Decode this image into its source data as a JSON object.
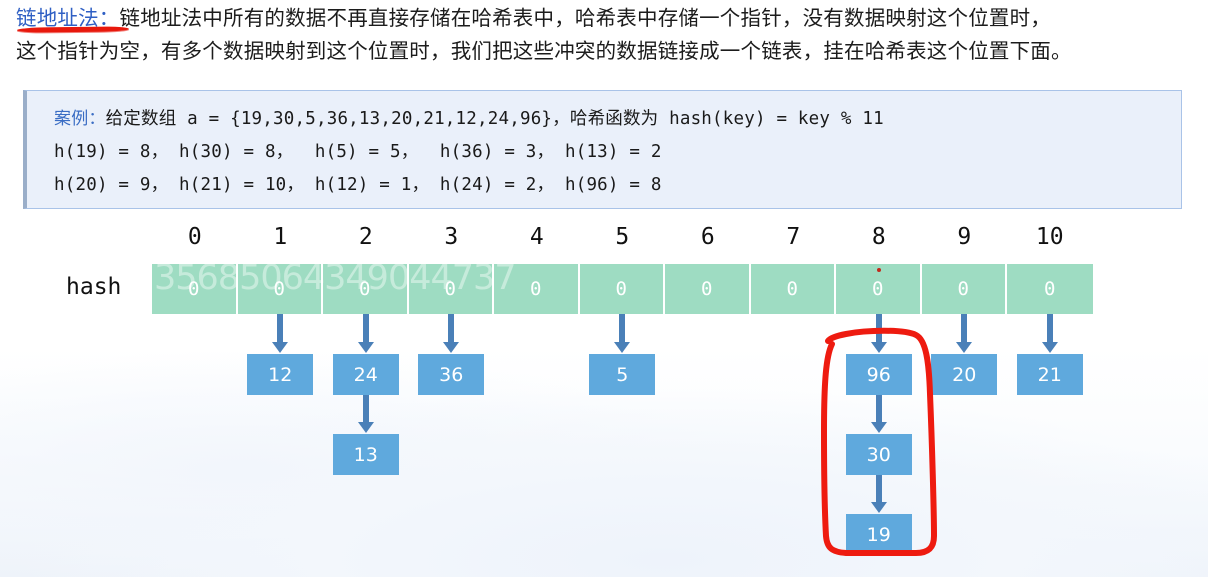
{
  "intro": {
    "term": "链地址法：",
    "line1_rest": "链地址法中所有的数据不再直接存储在哈希表中，哈希表中存储一个指针，没有数据映射这个位置时，",
    "line2": "这个指针为空，有多个数据映射到这个位置时，我们把这些冲突的数据链接成一个链表，挂在哈希表这个位置下面。"
  },
  "example": {
    "label": "案例：",
    "line1": "给定数组 a = {19,30,5,36,13,20,21,12,24,96}，哈希函数为 hash(key) = key % 11",
    "line2": "h(19) = 8， h(30) = 8，  h(5) = 5，  h(36) = 3， h(13) = 2",
    "line3": "h(20) = 9， h(21) = 10， h(12) = 1， h(24) = 2， h(96) = 8"
  },
  "table": {
    "row_label": "hash",
    "indices": [
      "0",
      "1",
      "2",
      "3",
      "4",
      "5",
      "6",
      "7",
      "8",
      "9",
      "10"
    ],
    "cell_values": [
      "0",
      "0",
      "0",
      "0",
      "0",
      "0",
      "0",
      "0",
      "0",
      "0",
      "0"
    ],
    "watermark": "35685064349044737"
  },
  "chains": [
    {
      "bucket": "1",
      "nodes": [
        "12"
      ]
    },
    {
      "bucket": "2",
      "nodes": [
        "24",
        "13"
      ]
    },
    {
      "bucket": "3",
      "nodes": [
        "36"
      ]
    },
    {
      "bucket": "5",
      "nodes": [
        "5"
      ]
    },
    {
      "bucket": "8",
      "nodes": [
        "96",
        "30",
        "19"
      ]
    },
    {
      "bucket": "9",
      "nodes": [
        "20"
      ]
    },
    {
      "bucket": "10",
      "nodes": [
        "21"
      ]
    }
  ],
  "colors": {
    "term": "#2f5fc4",
    "table_cell": "#9edcc2",
    "node": "#5fa9dd",
    "arrow": "#4a80b8",
    "annotation_red": "#ee1b10",
    "example_bg": "#eaf0fa",
    "example_border": "#a9c3e8"
  }
}
